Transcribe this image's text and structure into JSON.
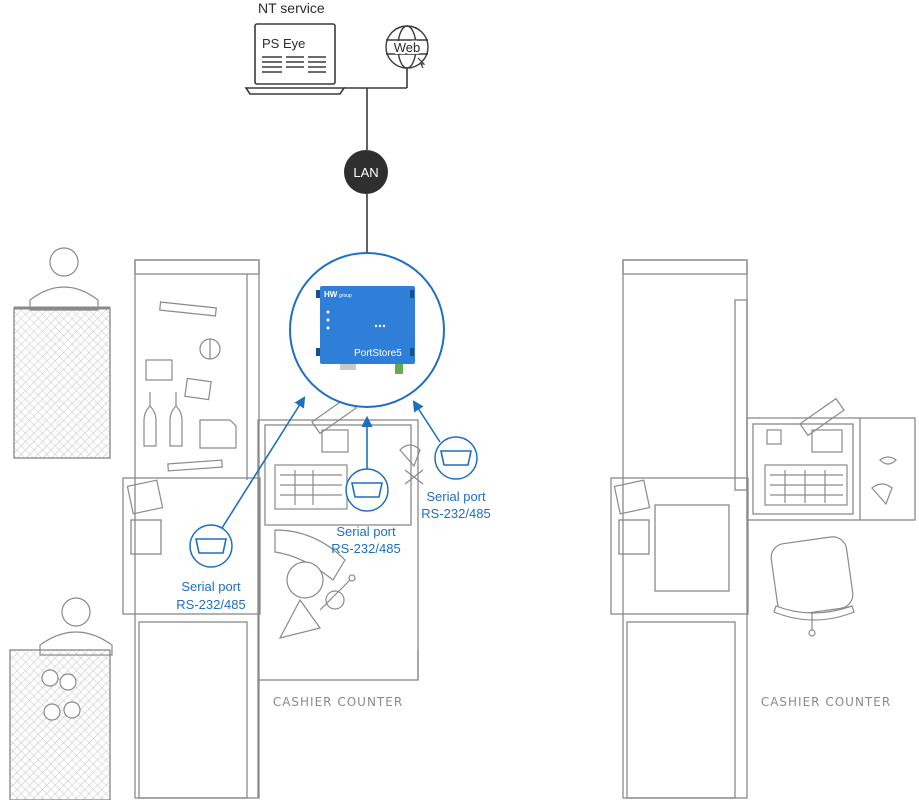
{
  "network": {
    "nt_service_label": "NT service",
    "laptop_screen_text": "PS Eye",
    "web_label": "Web",
    "lan_label": "LAN"
  },
  "device": {
    "brand_text": "HW",
    "brand_subtext": "group",
    "name": "PortStore5",
    "accent_color": "#2f7fd8",
    "ring_color": "#1e6fc0"
  },
  "ports": [
    {
      "line1": "Serial port",
      "line2": "RS-232/485"
    },
    {
      "line1": "Serial port",
      "line2": "RS-232/485"
    },
    {
      "line1": "Serial port",
      "line2": "RS-232/485"
    }
  ],
  "counters": [
    {
      "label": "CASHIER COUNTER"
    },
    {
      "label": "CASHIER COUNTER"
    }
  ],
  "colors": {
    "line": "#7a7a7a",
    "dark": "#2f2f2f",
    "blue": "#1e6fc0"
  }
}
